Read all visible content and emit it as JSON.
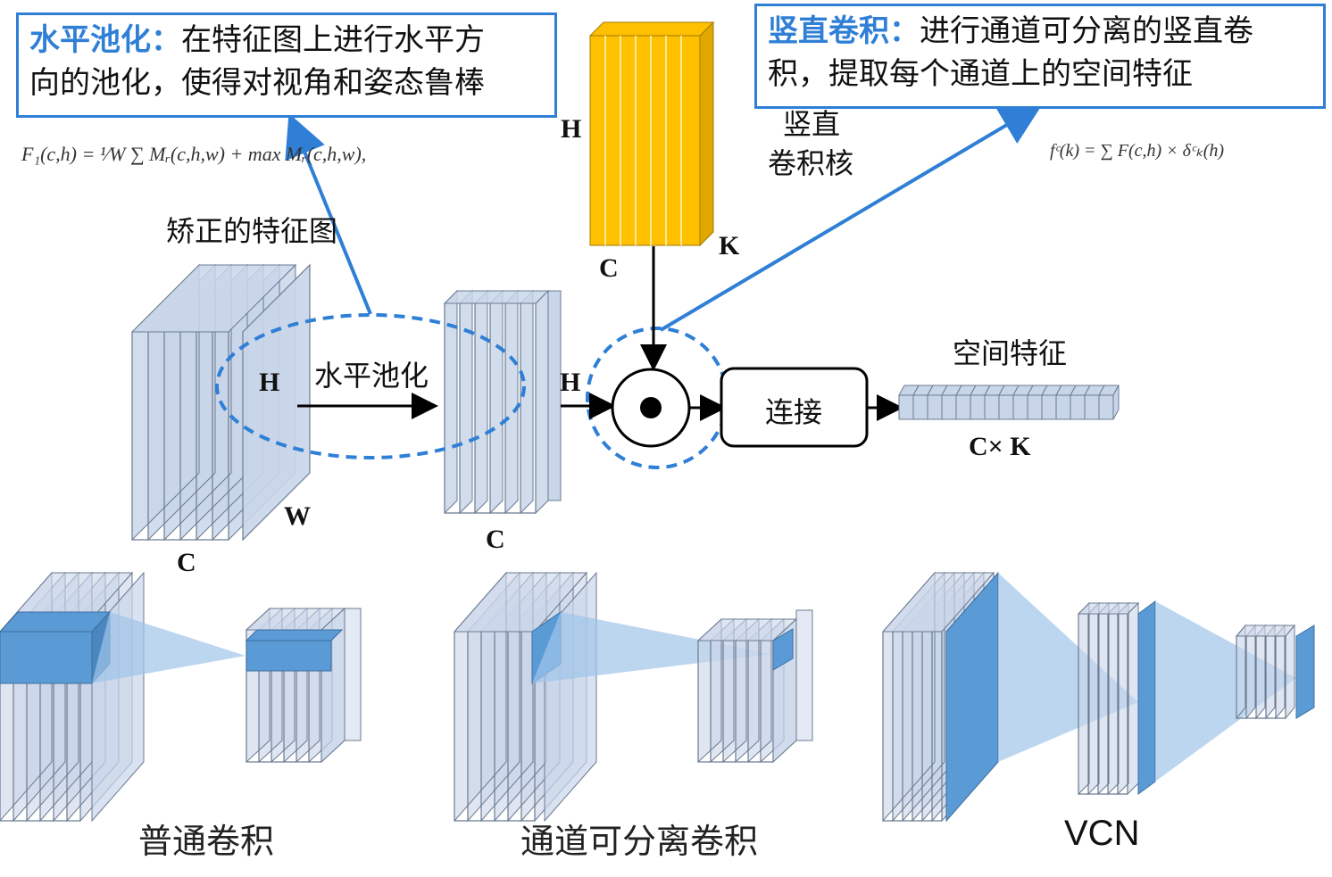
{
  "callouts": {
    "horizontal_pooling": {
      "title": "水平池化：",
      "line1": "在特征图上进行水平方",
      "line2": "向的池化，使得对视角和姿态鲁棒"
    },
    "vertical_conv": {
      "title": "竖直卷积：",
      "line1": "进行通道可分离的竖直卷",
      "line2": "积，提取每个通道上的空间特征"
    }
  },
  "formulas": {
    "pooling": "F_I(c,h) = (1/W) Σ_{w=1}^{W} M_I^r(c,h,w) + max_{w=1,...,W} M_I^r(c,h,w),",
    "pooling_display": "F₁(c,h) = ¹⁄W ∑ Mᵣ(c,h,w) + max Mᵣ(c,h,w),",
    "vertical": "f_I^c(k) = Σ_{h=1}^{H} F_I(c,h) × δ_k^c(h)",
    "vertical_display": "fᶜ(k) = ∑ F(c,h) × δᶜₖ(h)"
  },
  "labels": {
    "rectified_feature_map": "矫正的特征图",
    "pooling_arrow": "水平池化",
    "kernel_title_1": "竖直",
    "kernel_title_2": "卷积核",
    "concat": "连接",
    "spatial_feature": "空间特征",
    "ck": "C× K",
    "H": "H",
    "W": "W",
    "C": "C",
    "K": "K"
  },
  "bottom_captions": {
    "standard_conv": "普通卷积",
    "separable_conv": "通道可分离卷积",
    "vcn": "VCN"
  },
  "colors": {
    "accent_blue": "#2f7fd6",
    "slab_fill": "#c9d6ea",
    "slab_stroke": "#6b7b90",
    "kernel_fill": "#ffc000",
    "highlight_fill": "#5b9bd5",
    "cone_fill": "#9fc5ea"
  }
}
